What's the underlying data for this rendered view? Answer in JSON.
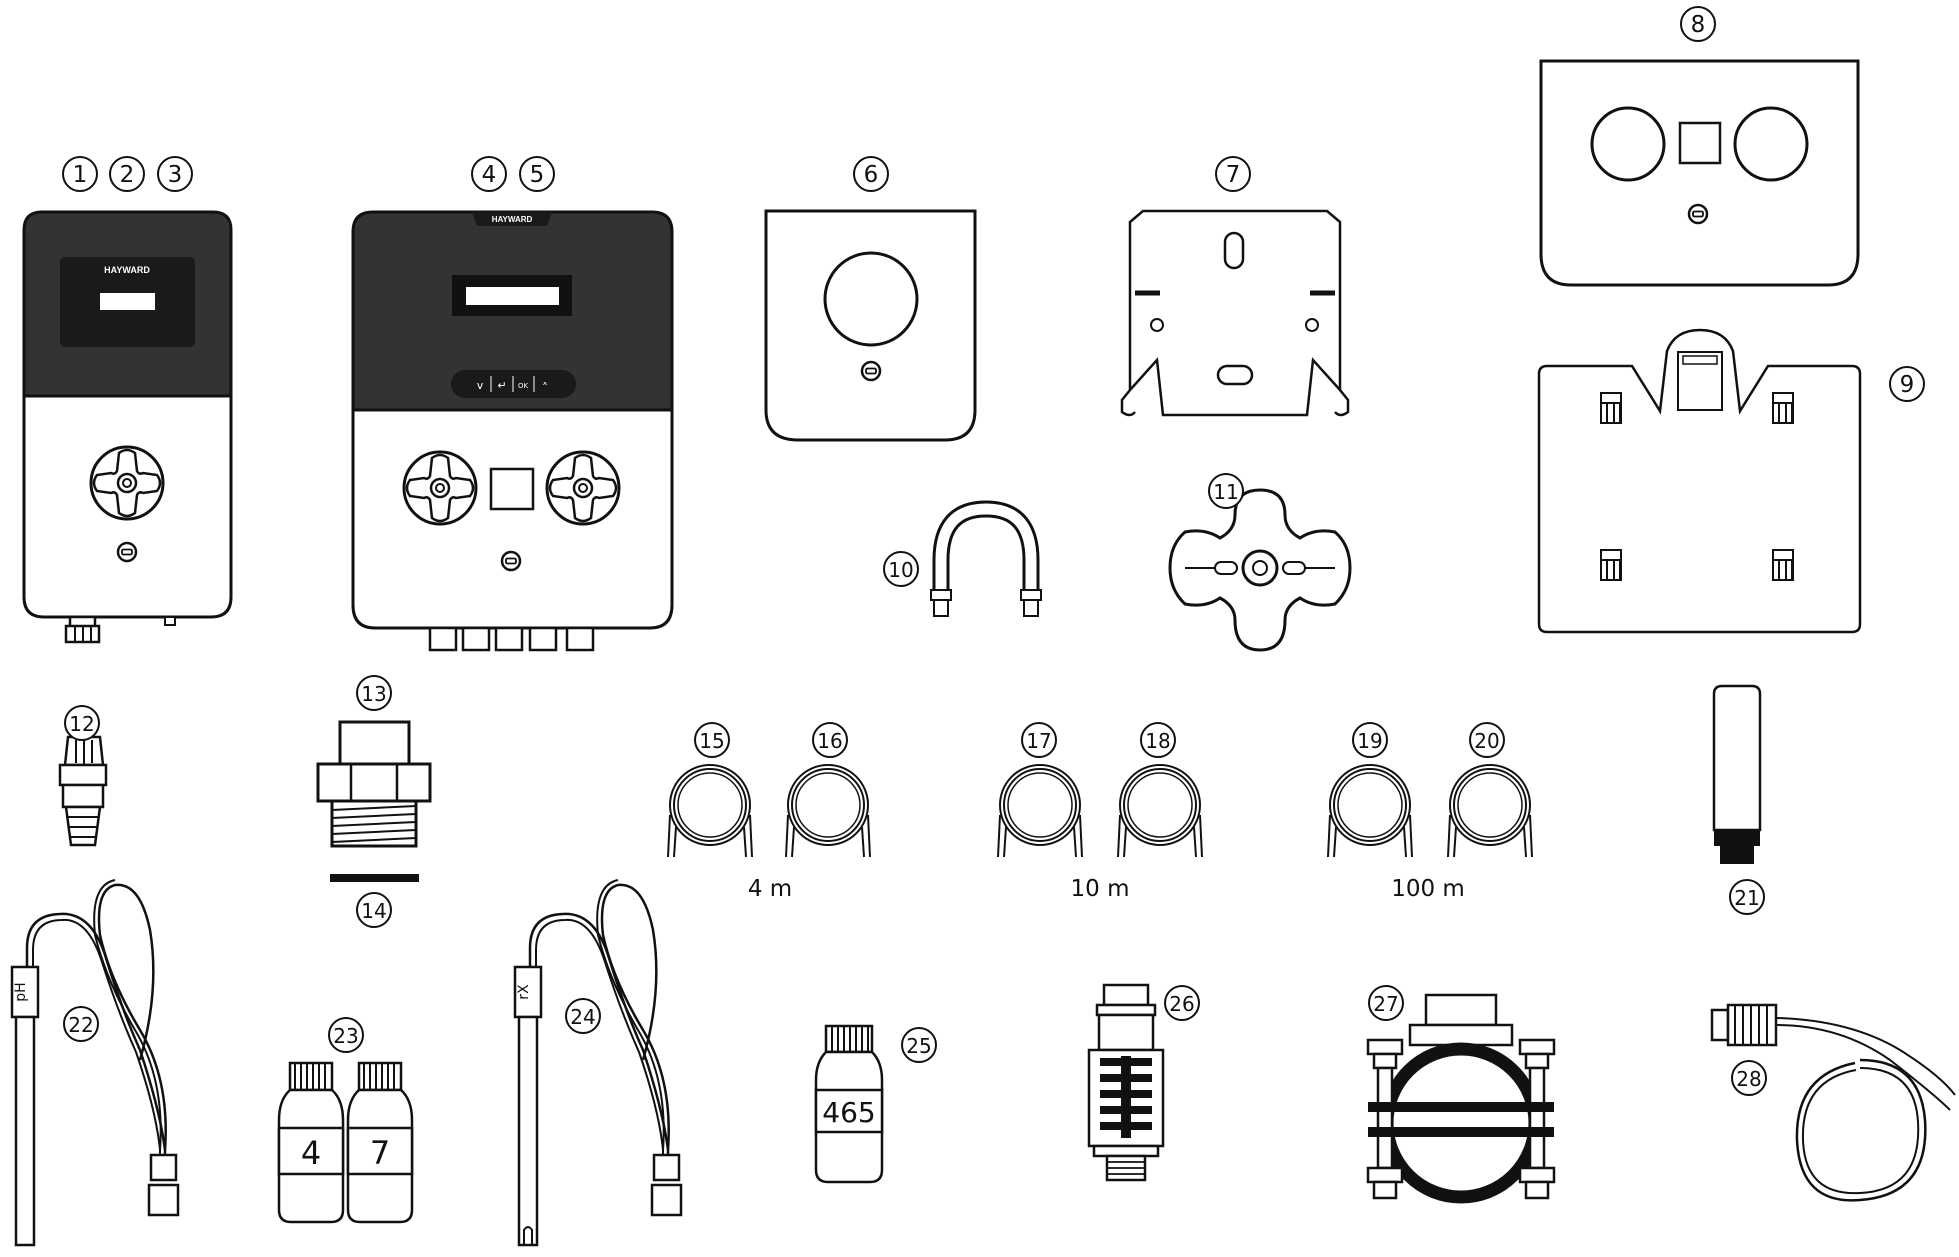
{
  "brand": "HAYWARD",
  "callouts": [
    "1",
    "2",
    "3",
    "4",
    "5",
    "6",
    "7",
    "8",
    "9",
    "10",
    "11",
    "12",
    "13",
    "14",
    "15",
    "16",
    "17",
    "18",
    "19",
    "20",
    "21",
    "22",
    "23",
    "24",
    "25",
    "26",
    "27",
    "28"
  ],
  "cable_lengths": [
    "4 m",
    "10 m",
    "100 m"
  ],
  "buffer_bottles": [
    "4",
    "7"
  ],
  "orp_bottle": "465",
  "probe_labels": {
    "ph": "pH",
    "rx": "rX"
  },
  "keypad_symbols": [
    "v",
    "↵",
    "OK",
    "˄"
  ]
}
